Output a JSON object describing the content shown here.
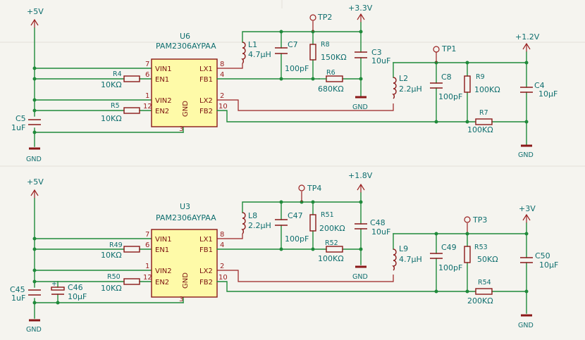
{
  "nets": {
    "vin_top": "+5V",
    "v33": "+3.3V",
    "v12": "+1.2V",
    "vin_bot": "+5V",
    "v18": "+1.8V",
    "v3": "+3V",
    "gnd": "GND"
  },
  "u6": {
    "ref": "U6",
    "value": "PAM2306AYPAA",
    "pins": {
      "vin1": "VIN1",
      "en1": "EN1",
      "vin2": "VIN2",
      "en2": "EN2",
      "gnd": "GND",
      "lx1": "LX1",
      "fb1": "FB1",
      "lx2": "LX2",
      "fb2": "FB2",
      "n7": "7",
      "n6": "6",
      "n1": "1",
      "n12": "12",
      "n3": "3",
      "n8": "8",
      "n4": "4",
      "n2": "2",
      "n10": "10"
    }
  },
  "u3": {
    "ref": "U3",
    "value": "PAM2306AYPAA",
    "pins": {
      "vin1": "VIN1",
      "en1": "EN1",
      "vin2": "VIN2",
      "en2": "EN2",
      "gnd": "GND",
      "lx1": "LX1",
      "fb1": "FB1",
      "lx2": "LX2",
      "fb2": "FB2",
      "n7": "7",
      "n6": "6",
      "n1": "1",
      "n12": "12",
      "n3": "3",
      "n8": "8",
      "n4": "4",
      "n2": "2",
      "n10": "10"
    }
  },
  "parts_top": {
    "r4": {
      "ref": "R4",
      "value": "10KΩ"
    },
    "r5": {
      "ref": "R5",
      "value": "10KΩ"
    },
    "c5": {
      "ref": "C5",
      "value": "1uF"
    },
    "l1": {
      "ref": "L1",
      "value": "4.7µH"
    },
    "c7": {
      "ref": "C7",
      "value": "100pF"
    },
    "r8": {
      "ref": "R8",
      "value": "150KΩ"
    },
    "r6": {
      "ref": "R6",
      "value": "680KΩ"
    },
    "c3": {
      "ref": "C3",
      "value": "10uF"
    },
    "tp2": "TP2",
    "l2": {
      "ref": "L2",
      "value": "2.2µH"
    },
    "c8": {
      "ref": "C8",
      "value": "100pF"
    },
    "r9": {
      "ref": "R9",
      "value": "100KΩ"
    },
    "c4": {
      "ref": "C4",
      "value": "10µF"
    },
    "r7": {
      "ref": "R7",
      "value": "100KΩ"
    },
    "tp1": "TP1"
  },
  "parts_bot": {
    "r49": {
      "ref": "R49",
      "value": "10KΩ"
    },
    "r50": {
      "ref": "R50",
      "value": "10KΩ"
    },
    "c45": {
      "ref": "C45",
      "value": "1uF"
    },
    "c46": {
      "ref": "C46",
      "value": "10µF"
    },
    "l8": {
      "ref": "L8",
      "value": "2.2µH"
    },
    "c47": {
      "ref": "C47",
      "value": "100pF"
    },
    "r51": {
      "ref": "R51",
      "value": "200KΩ"
    },
    "r52": {
      "ref": "R52",
      "value": "100KΩ"
    },
    "c48": {
      "ref": "C48",
      "value": "10uF"
    },
    "tp4": "TP4",
    "l9": {
      "ref": "L9",
      "value": "4.7µH"
    },
    "c49": {
      "ref": "C49",
      "value": "100pF"
    },
    "r53": {
      "ref": "R53",
      "value": "50KΩ"
    },
    "c50": {
      "ref": "C50",
      "value": "10µF"
    },
    "r54": {
      "ref": "R54",
      "value": "200KΩ"
    },
    "tp3": "TP3"
  }
}
